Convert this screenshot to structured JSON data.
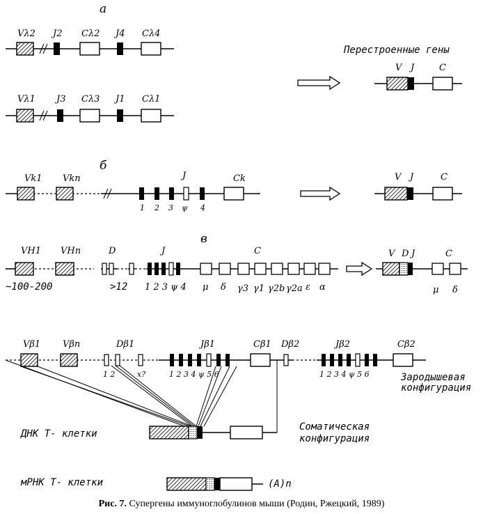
{
  "panel_a": {
    "letter": "а",
    "top_row": [
      "Vλ2",
      "J2",
      "Cλ2",
      "J4",
      "Cλ4"
    ],
    "bottom_row": [
      "Vλ1",
      "J3",
      "Cλ3",
      "J1",
      "Cλ1"
    ],
    "rearranged_title": "Перестроенные гены",
    "rearranged_labels": [
      "V",
      "J",
      "C"
    ]
  },
  "panel_b": {
    "letter": "б",
    "labels": [
      "Vk1",
      "Vkn",
      "J",
      "Ck"
    ],
    "j_numbers": [
      "1",
      "2",
      "3",
      "ψ",
      "4"
    ],
    "rearranged_labels": [
      "V",
      "J",
      "C"
    ]
  },
  "panel_v": {
    "letter": "в",
    "labels": [
      "VH1",
      "VHn",
      "D",
      "J",
      "C"
    ],
    "v_count": "~100-200",
    "d_count": ">12",
    "j_numbers": "1 2 3 ψ 4",
    "isotypes": [
      "μ",
      "δ",
      "γ3",
      "γ1",
      "γ2b",
      "γ2a",
      "ε",
      "α"
    ],
    "rearranged_labels": [
      "V",
      "D",
      "J",
      "C"
    ],
    "rearranged_isotypes": [
      "μ",
      "δ"
    ]
  },
  "panel_t": {
    "labels": [
      "Vβ1",
      "Vβn",
      "Dβ1",
      "Jβ1",
      "Cβ1",
      "Dβ2",
      "Jβ2",
      "Cβ2"
    ],
    "d_numbers": "1 2",
    "d_extra": "x?",
    "j1_numbers": "1 2 3 4 ψ 5 6",
    "j2_numbers": "1 2 3 4 ψ 5 6",
    "germline_note": [
      "Зародышевая",
      "конфигурация"
    ],
    "somatic_note": [
      "Соматическая",
      "конфигурация"
    ],
    "dna_label": "ДНК   Т- клетки",
    "mrna_label": "мРНК   Т- клетки",
    "polya": "(A)n"
  },
  "caption": {
    "prefix": "Рис. 7.",
    "text": " Супергены иммуноглобулинов мыши  (Родин, Ржецкий, 1989)"
  }
}
